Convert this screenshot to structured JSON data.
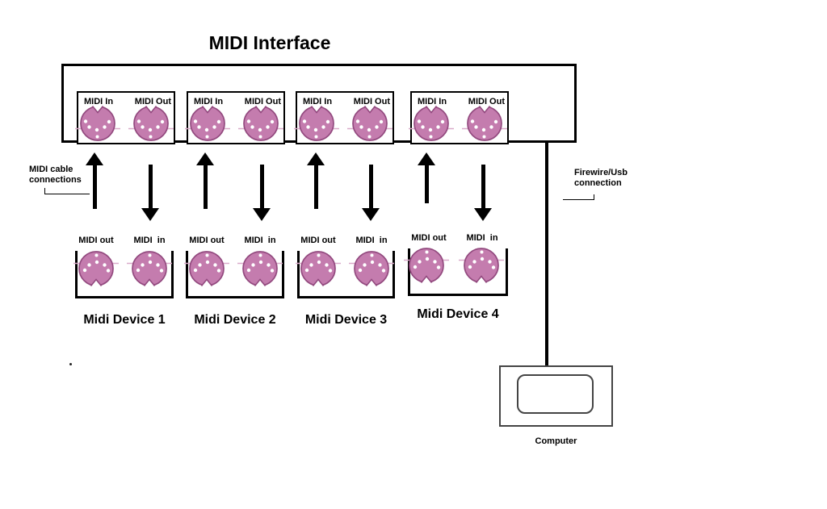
{
  "title": "MIDI Interface",
  "interface": {
    "ports": [
      {
        "in_label": "MIDI In",
        "out_label": "MIDI Out"
      },
      {
        "in_label": "MIDI In",
        "out_label": "MIDI Out"
      },
      {
        "in_label": "MIDI In",
        "out_label": "MIDI Out"
      },
      {
        "in_label": "MIDI In",
        "out_label": "MIDI Out"
      }
    ]
  },
  "cable_note": {
    "line1": "MIDI cable",
    "line2": "connections"
  },
  "firewire_note": {
    "line1": "Firewire/Usb",
    "line2": "connection"
  },
  "devices": [
    {
      "name": "Midi Device 1",
      "out_label": "MIDI out",
      "in_label": "MIDI  in"
    },
    {
      "name": "Midi Device 2",
      "out_label": "MIDI out",
      "in_label": "MIDI  in"
    },
    {
      "name": "Midi Device 3",
      "out_label": "MIDI out",
      "in_label": "MIDI  in"
    },
    {
      "name": "Midi Device 4",
      "out_label": "MIDI out",
      "in_label": "MIDI  in"
    }
  ],
  "computer_label": "Computer",
  "colors": {
    "connector_fill": "#c47cae",
    "connector_stroke": "#934a7f",
    "connector_line": "#d9aac9",
    "diagram_line": "#000000"
  }
}
